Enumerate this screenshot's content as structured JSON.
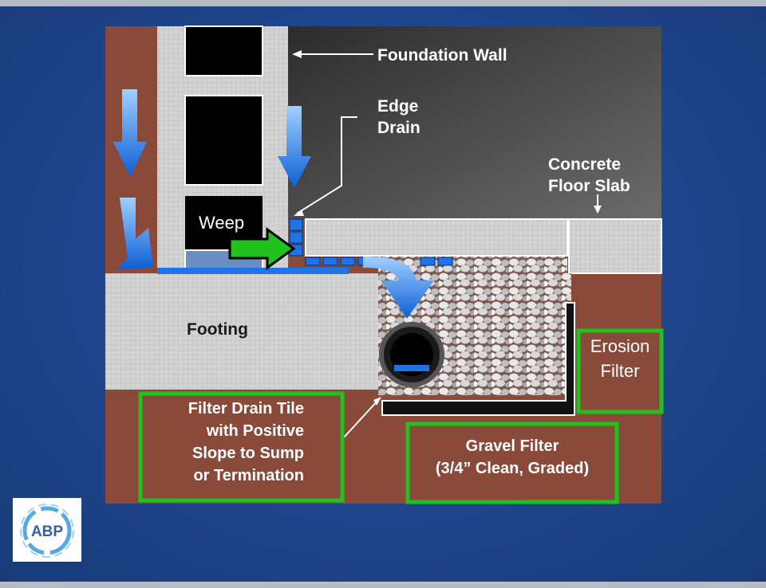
{
  "labels": {
    "foundation_wall": "Foundation Wall",
    "edge_drain_1": "Edge",
    "edge_drain_2": "Drain",
    "concrete_floor_slab_1": "Concrete",
    "concrete_floor_slab_2": "Floor  Slab",
    "weep": "Weep",
    "footing": "Footing",
    "erosion_filter_1": "Erosion",
    "erosion_filter_2": "Filter",
    "filter_drain_tile_1": "Filter Drain Tile",
    "filter_drain_tile_2": "with Positive",
    "filter_drain_tile_3": "Slope to Sump",
    "filter_drain_tile_4": "or Termination",
    "gravel_filter_1": "Gravel Filter",
    "gravel_filter_2": "(3/4” Clean, Graded)"
  },
  "logo": {
    "text": "ABP"
  },
  "colors": {
    "soil": "#8a4a3a",
    "concrete": "#d2d2d2",
    "wall_shadow": "#4a4a4a",
    "water_blue": "#1e73e8",
    "callout_green": "#22c21e",
    "weep_block": "#6a8fc4"
  }
}
